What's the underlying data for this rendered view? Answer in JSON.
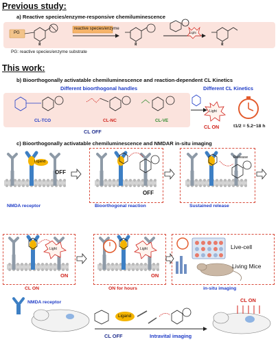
{
  "previous_study": {
    "heading": "Previous study:",
    "panel_a_title": "a) Reactive species/enzyme-responsive chemiluminescence",
    "pg_label": "PG",
    "arrow_label": "reactive species/enzyme",
    "light_label": "Light",
    "footnote": "PG: reactive species/enzyme substrate",
    "r_label": "R"
  },
  "this_work": {
    "heading": "This work:",
    "panel_b_title": "b) Bioorthogonally activatable chemiluminescence and reaction-dependent CL Kinetics",
    "handles_title": "Different bioorthogonal handles",
    "kinetics_title": "Different CL Kinetics",
    "probes": [
      "CL-TCO",
      "CL-NC",
      "CL-VE"
    ],
    "cl_off": "CL OFF",
    "cl_on": "CL ON",
    "light": "Light",
    "half_life": "t1/2 = 5.2~18 h",
    "panel_c_title": "c) Bioorthogonally activatable chemiluminescence and NMDAR in-situ imaging",
    "ligand": "Ligand",
    "off": "OFF",
    "on": "ON",
    "release": "Release",
    "nmda_receptor": "NMDA receptor",
    "step_captions": [
      "Bioorthogonal reaction",
      "Sustained release",
      "CL ON",
      "ON for hours",
      "in-situ imaging"
    ],
    "live_cell": "Live-cell",
    "living_mice": "Living Mice",
    "bottom": {
      "nmda_receptor": "NMDA receptor",
      "cl_off": "CL OFF",
      "ligand": "Ligand",
      "intravital": "Intravital imaging",
      "cl_on": "CL ON"
    }
  },
  "colors": {
    "pink_bg": "#fbe3dd",
    "red": "#d0211a",
    "blue": "#1f3cc7",
    "green": "#2e8b2e",
    "receptor_gray": "#8e9aa7",
    "receptor_blue": "#3d7fc4",
    "ligand_yellow": "#f4b400",
    "membrane": "#c9c9c9"
  }
}
